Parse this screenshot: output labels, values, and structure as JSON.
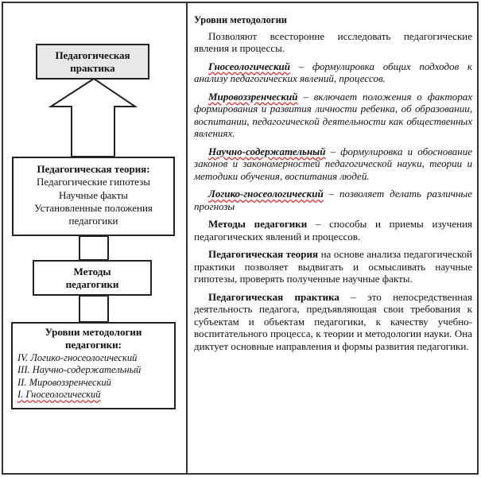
{
  "left": {
    "practice_box": [
      "Педагогическая",
      "практика"
    ],
    "theory_box": {
      "title": "Педагогическая теория:",
      "items": [
        "Педагогические гипотезы",
        "Научные факты",
        "Установленные положения",
        "педагогики"
      ]
    },
    "methods_box": [
      "Методы",
      "педагогики"
    ],
    "levels_box": {
      "title_lines": [
        "Уровни методологии",
        "педагогики:"
      ],
      "levels": [
        "IV. Логико-гносеологический",
        "III. Научно-содержательный",
        "II. Мировоззренческий",
        "I. Гносеологический"
      ]
    }
  },
  "right": {
    "title": "Уровни методологии",
    "intro": "Позволяют всесторонне исследовать педагогические явления и процессы.",
    "levels": [
      {
        "term": "Гносеологический",
        "text": "– формулировка общих подходов к анализу педагогических явлений, процессов."
      },
      {
        "term": "Мировоззренческий",
        "text": "– включает положения о факторах формирования и развития личности ребенка, об образовании, воспитании, педагогической деятельности как общественных явлениях."
      },
      {
        "term": "Научно-содержательный",
        "text": "– формулировка и обоснование законов и закономерностей педагогической науки, теории и методики обучения, воспитания людей."
      },
      {
        "term": "Логико-гносеологический",
        "text": "– позволяет делать различные прогнозы"
      }
    ],
    "paragraphs": [
      {
        "term": "Методы педагогики",
        "text": "– способы и приемы изучения педагогических явлений и процессов."
      },
      {
        "term": "Педагогическая теория",
        "text": "на основе анализа педагогической практики позволяет выдвигать и осмысливать научные гипотезы, проверять полученные научные факты."
      },
      {
        "term": "Педагогическая практика",
        "text": "– это непосредственная деятельность педагога, предъявляющая свои требования к субъектам и объектам педагогики, к качеству учебно-воспитательного процесса, к теории и методологии науки. Она диктует основные направления и формы развития педагогики."
      }
    ]
  }
}
